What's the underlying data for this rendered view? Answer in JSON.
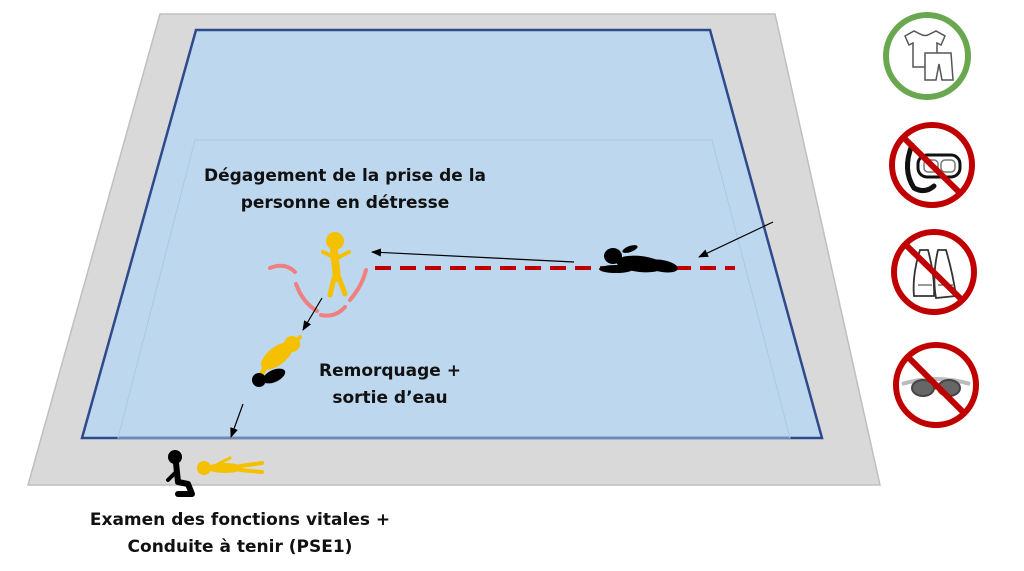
{
  "diagram": {
    "labels": {
      "degagement": [
        "Dégagement de la prise de la",
        "personne en détresse"
      ],
      "remorquage": [
        "Remorquage +",
        "sortie d’eau"
      ],
      "examen": [
        "Examen des fonctions vitales +",
        "Conduite à tenir (PSE1)"
      ]
    },
    "equipment_icons": [
      {
        "icon": "tshirt-shorts-icon",
        "status": "allowed",
        "ring_color": "#6aa84f"
      },
      {
        "icon": "snorkel-mask-icon",
        "status": "forbidden",
        "ring_color": "#c00000"
      },
      {
        "icon": "fins-icon",
        "status": "forbidden",
        "ring_color": "#c00000"
      },
      {
        "icon": "goggles-icon",
        "status": "forbidden",
        "ring_color": "#c00000"
      }
    ],
    "colors": {
      "pool_deck": "#d9d9d9",
      "pool_water": "#bdd7ee",
      "pool_border": "#2f4a8c",
      "victim": "#000000",
      "rescuer": "#f5c000",
      "path_line": "#c00000",
      "release_circle": "#f08080"
    }
  }
}
